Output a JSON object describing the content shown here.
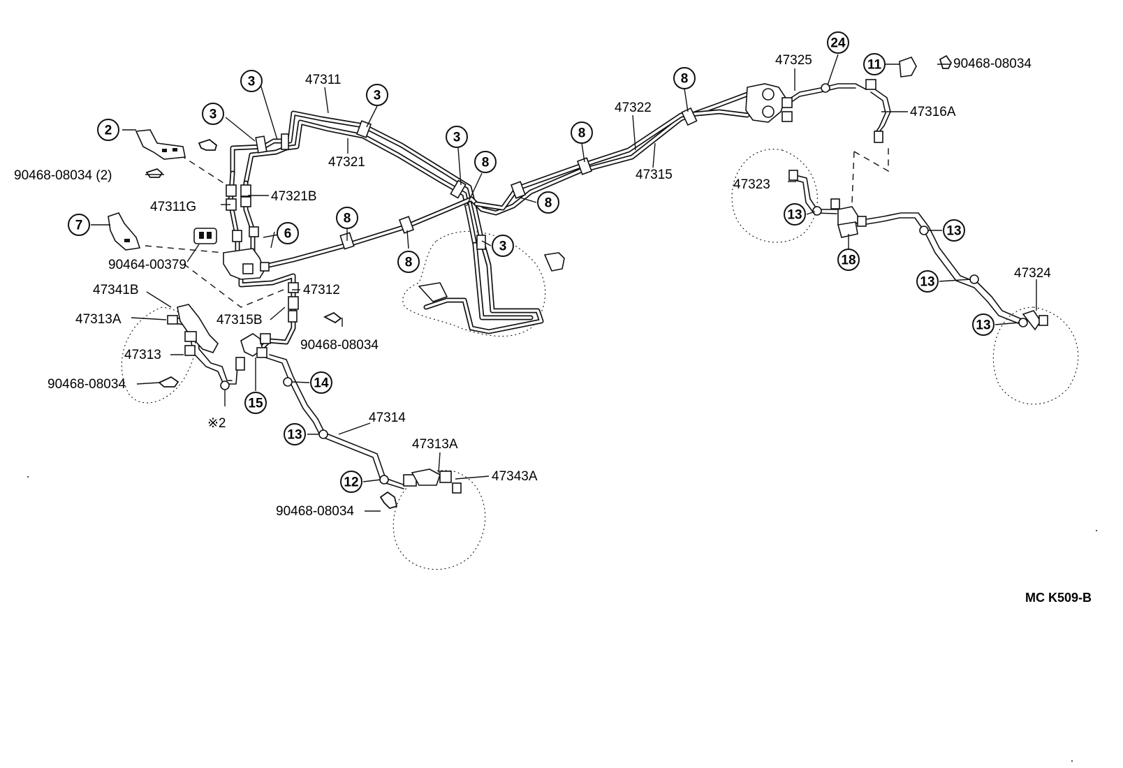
{
  "part_labels": {
    "p47311": "47311",
    "p47321": "47321",
    "p47322": "47322",
    "p47315": "47315",
    "p47325": "47325",
    "p90468_tr": "90468-08034",
    "p47316A": "47316A",
    "p90468_2": "90468-08034 (2)",
    "p47321B": "47321B",
    "p47311G": "47311G",
    "p47323": "47323",
    "p90464": "90464-00379",
    "p47312": "47312",
    "p47341B": "47341B",
    "p47315B": "47315B",
    "p47313A_l": "47313A",
    "p90468_mid": "90468-08034",
    "p47313": "47313",
    "p90468_left": "90468-08034",
    "p47324": "47324",
    "p47314": "47314",
    "p47313A_b": "47313A",
    "p47343A": "47343A",
    "p90468_bot": "90468-08034",
    "p_star2": "※2"
  },
  "callouts": {
    "c2": "2",
    "c3a": "3",
    "c3b": "3",
    "c3c": "3",
    "c3d": "3",
    "c3e": "3",
    "c7": "7",
    "c6": "6",
    "c8a": "8",
    "c8b": "8",
    "c8c": "8",
    "c8d": "8",
    "c8e": "8",
    "c8f": "8",
    "c14": "14",
    "c15": "15",
    "c13a": "13",
    "c12": "12",
    "c24": "24",
    "c11": "11",
    "c13b": "13",
    "c13c": "13",
    "c13d": "13",
    "c13e": "13",
    "c18": "18"
  },
  "diagram_code": "MC K509-B"
}
